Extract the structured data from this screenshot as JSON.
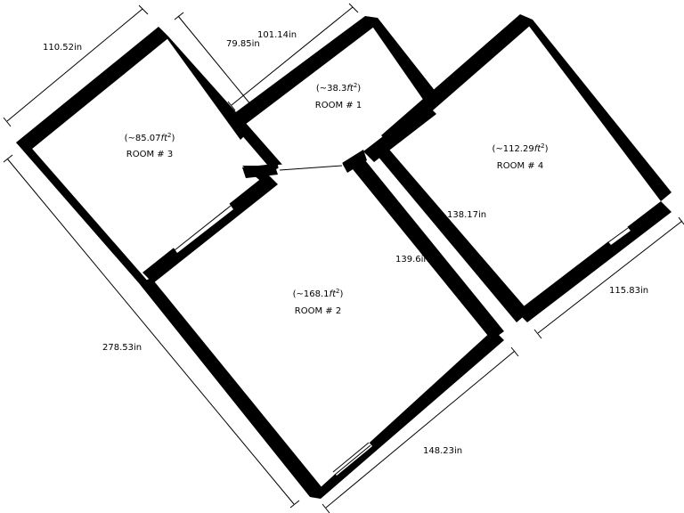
{
  "rooms": {
    "room3": {
      "name": "ROOM # 3",
      "area_prefix": "(~85.07",
      "area_unit": "ft",
      "area_suffix": ")"
    },
    "room1": {
      "name": "ROOM # 1",
      "area_prefix": "(~38.3",
      "area_unit": "ft",
      "area_suffix": ")"
    },
    "room4": {
      "name": "ROOM # 4",
      "area_prefix": "(~112.29",
      "area_unit": "ft",
      "area_suffix": ")"
    },
    "room2": {
      "name": "ROOM # 2",
      "area_prefix": "(~168.1",
      "area_unit": "ft",
      "area_suffix": ")"
    },
    "area_exponent": "2"
  },
  "dimensions": {
    "d_110_52": "110.52in",
    "d_79_85": "79.85in",
    "d_101_14": "101.14in",
    "d_138_17": "138.17in",
    "d_139_6": "139.6in",
    "d_278_53": "278.53in",
    "d_115_83": "115.83in",
    "d_148_23": "148.23in"
  },
  "colors": {
    "wall": "#000000",
    "background": "#ffffff"
  }
}
